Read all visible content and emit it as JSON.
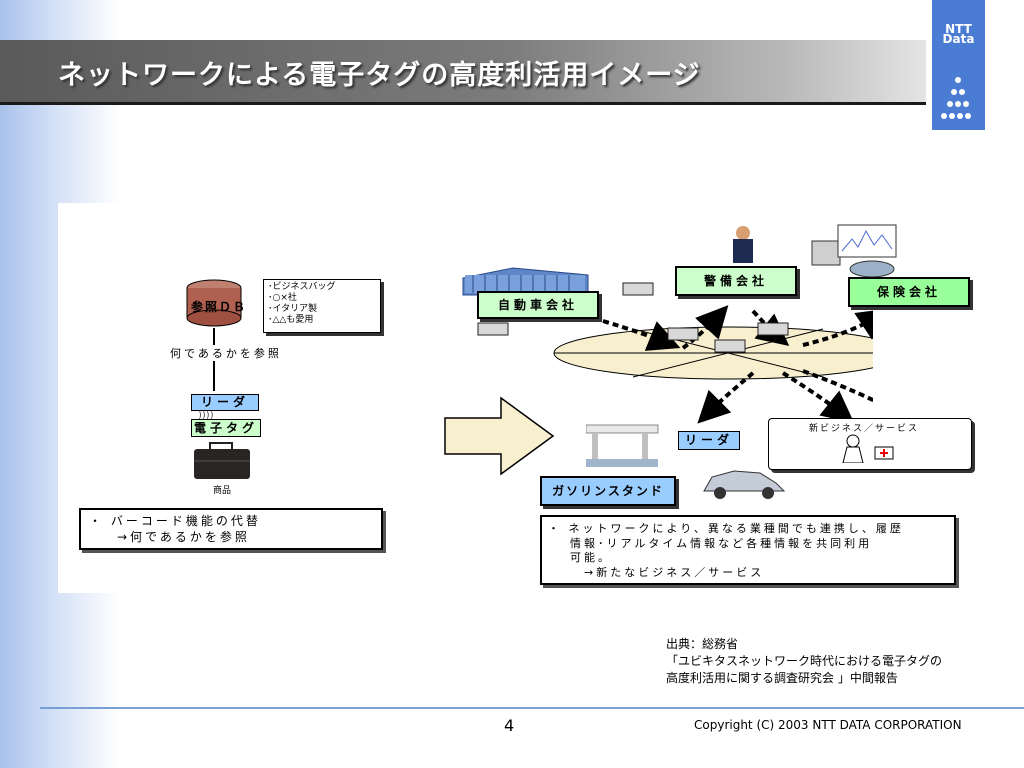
{
  "header": {
    "title": "ネットワークによる電子タグの高度利活用イメージ",
    "logo_text": "NTT\nData"
  },
  "left_diagram": {
    "db_label": "参照ＤＢ",
    "db_items": [
      "･ビジネスバッグ",
      "･○×社",
      "･イタリア製",
      "･△△も愛用"
    ],
    "reference_label": "何であるかを参照",
    "reader_label": "リーダ",
    "tag_label": "電子タグ",
    "product_label": "商品",
    "bullet_lines": [
      "・ バーコード機能の代替",
      "→何であるかを参照"
    ]
  },
  "right_diagram": {
    "car_company": "自動車会社",
    "security_company": "警備会社",
    "insurance_company": "保険会社",
    "reader_label": "リーダ",
    "gas_station": "ガソリンスタンド",
    "new_business": "新ビジネス／サービス",
    "bullet_lines": [
      "・ ネットワークにより、異なる業種間でも連携し、履歴",
      "情報･リアルタイム情報など各種情報を共同利用",
      "可能。",
      "→新たなビジネス／サービス"
    ]
  },
  "source": {
    "lines": [
      "出典：総務省",
      "「ユビキタスネットワーク時代における電子タグの",
      "高度利活用に関する調査研究会 」中間報告"
    ]
  },
  "footer": {
    "page_number": "4",
    "copyright": "Copyright (C) 2003 NTT DATA CORPORATION"
  },
  "colors": {
    "accent_blue": "#4a7cd4",
    "label_green": "#ccffcc",
    "label_blue": "#99ccff",
    "ellipse_fill": "#f8efcf",
    "arrow_fill": "#f8efcf"
  }
}
